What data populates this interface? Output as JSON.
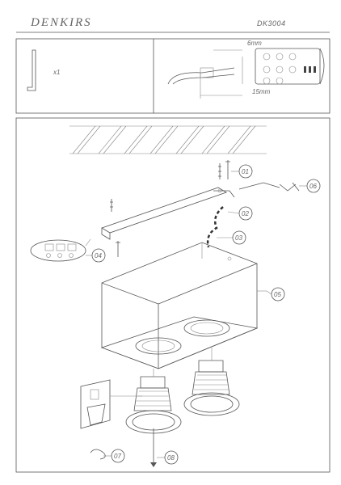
{
  "header": {
    "brand": "DENKIRS",
    "model": "DK3004"
  },
  "parts_box": {
    "quantity": "x1"
  },
  "wiring_box": {
    "strip_label": "6mm",
    "length_label": "15mm"
  },
  "callouts": {
    "c01": "01",
    "c02": "02",
    "c03": "03",
    "c04": "04",
    "c05": "05",
    "c06": "06",
    "c07": "07",
    "c08": "08"
  }
}
